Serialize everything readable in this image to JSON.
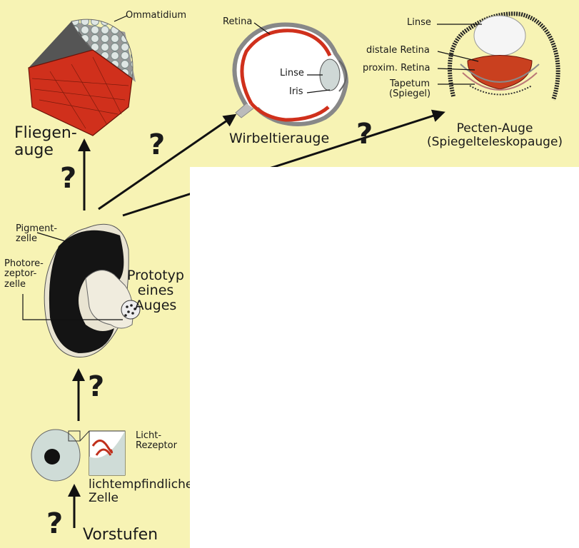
{
  "labels": {
    "ommatidium": "Ommatidium",
    "fly_eye": "Fliegen-\nauge",
    "retina_vert": "Retina",
    "lens_vert": "Linse",
    "iris": "Iris",
    "vertebrate_eye": "Wirbeltierauge",
    "lens_pecten": "Linse",
    "distal_retina": "distale Retina",
    "proximal_retina": "proxim. Retina",
    "tapetum": "Tapetum\n(Spiegel)",
    "pecten_eye": "Pecten-Auge\n(Spiegelteleskopauge)",
    "pigment_cell": "Pigment-\nzelle",
    "photoreceptor_cell": "Photore-\nzeptor-\nzelle",
    "prototype_eye": "Prototyp\neines\nAuges",
    "light_receptor": "Licht-\nRezeptor",
    "light_sensitive_cell": "lichtempfindliche\nZelle",
    "precursors": "Vorstufen"
  },
  "question_mark": "?",
  "colors": {
    "background": "#f7f3b4",
    "retina_red": "#d0301c",
    "pigment_black": "#111111",
    "blank_panel": "#ffffff"
  }
}
